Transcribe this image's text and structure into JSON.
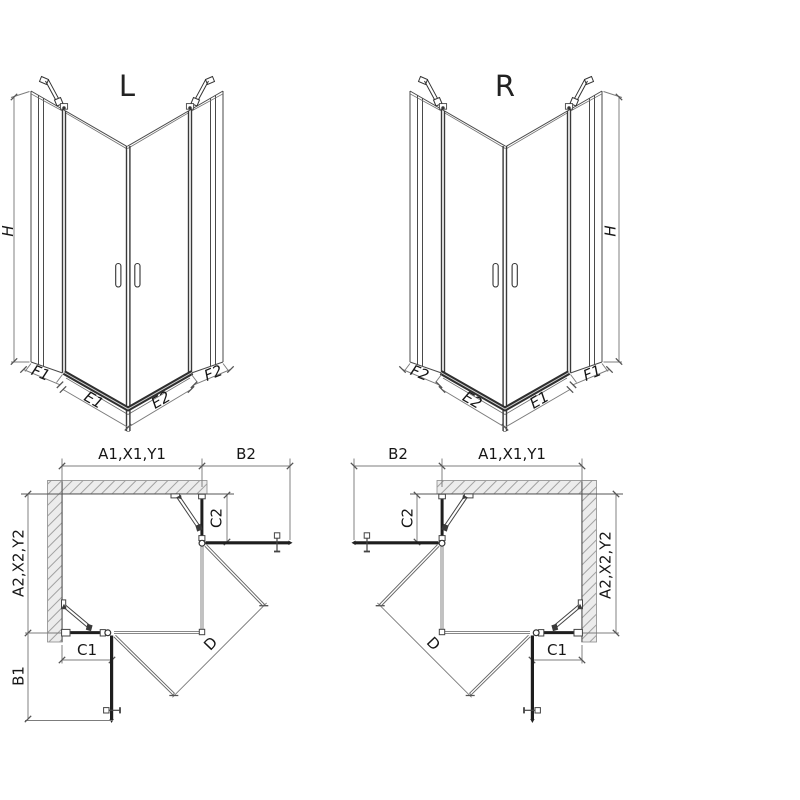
{
  "page": {
    "background": "#ffffff"
  },
  "colors": {
    "line": "#4a4a4a",
    "thin_line": "#6f6f6f",
    "profile_dark": "#1e1e1e",
    "dimension": "#7c7c7c",
    "text": "#161616",
    "wall_fill": "#ececec",
    "wall_hatch": "#999999"
  },
  "iso_left": {
    "label": "L",
    "height": "H",
    "front_left_fixed": "F1",
    "door_left": "E1",
    "door_right": "E2",
    "front_right_fixed": "F2"
  },
  "iso_right": {
    "label": "R",
    "height": "H",
    "front_left_fixed": "F2",
    "door_left": "E2",
    "door_right": "E1",
    "front_right_fixed": "F1"
  },
  "plan_left": {
    "width_top": "A1,X1,Y1",
    "door_swing_right": "B2",
    "depth_left": "A2,X2,Y2",
    "fixed_segment_right": "C2",
    "fixed_segment_bottom": "C1",
    "door_swing_bottom": "B1",
    "entry_diagonal": "D"
  },
  "plan_right": {
    "door_swing_left": "B2",
    "width_top": "A1,X1,Y1",
    "fixed_segment_left": "C2",
    "depth_right": "A2,X2,Y2",
    "entry_diagonal": "D",
    "fixed_segment_bottom": "C1"
  }
}
